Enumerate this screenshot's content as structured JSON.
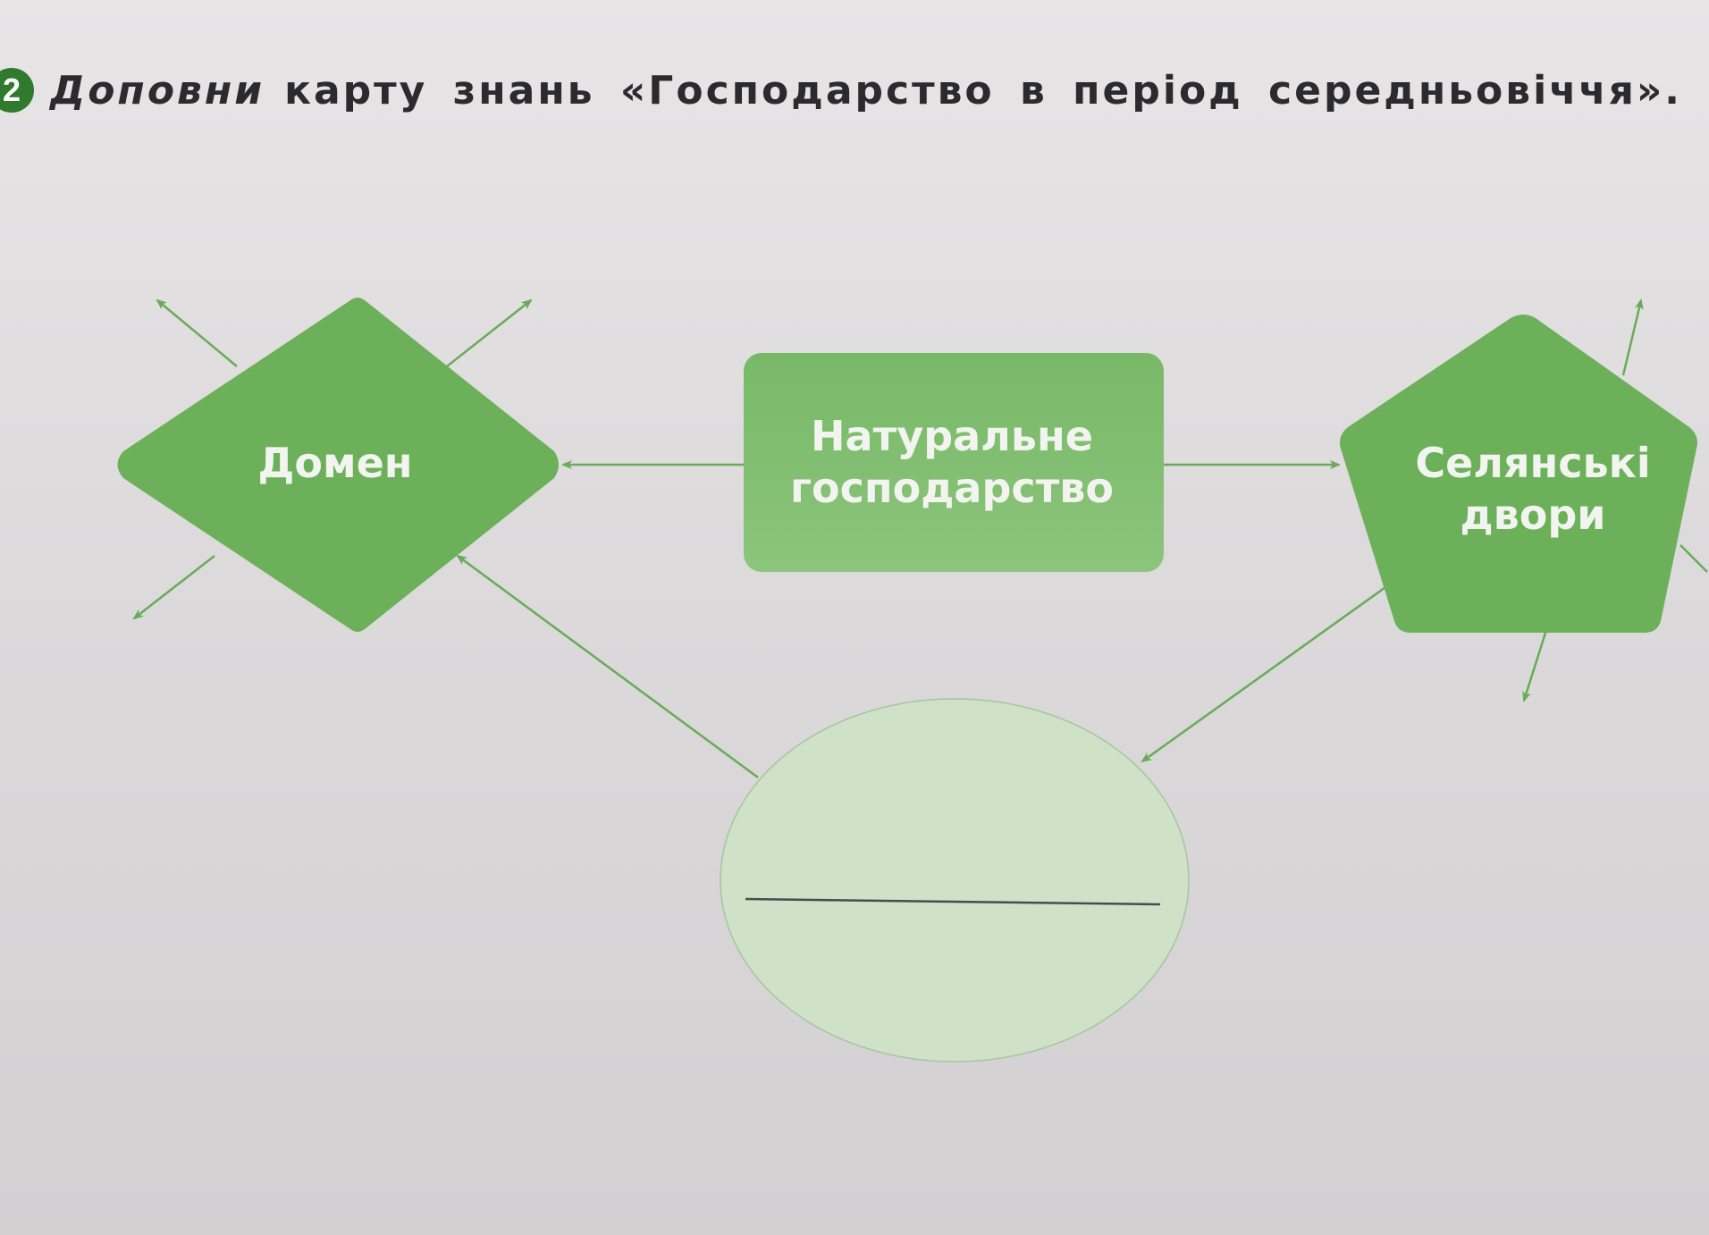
{
  "task": {
    "number": "2",
    "verb": "Доповни",
    "text": "карту знань «Господарство в період середньовіччя»."
  },
  "nodes": {
    "natural": {
      "label_line1": "Натуральне",
      "label_line2": "господарство",
      "shape": "rounded-rectangle"
    },
    "domain": {
      "label": "Домен",
      "shape": "diamond"
    },
    "peasant": {
      "label_line1": "Селянські",
      "label_line2": "двори",
      "shape": "pentagon"
    },
    "blank": {
      "label": "",
      "shape": "ellipse"
    }
  },
  "colors": {
    "node_fill": "#6cb05a",
    "natural_fill": "#7fbf6e",
    "ellipse_fill": "#cfe2c7",
    "arrow": "#6aaa5a",
    "badge": "#2f7a2c",
    "text": "#2b2b2d"
  }
}
